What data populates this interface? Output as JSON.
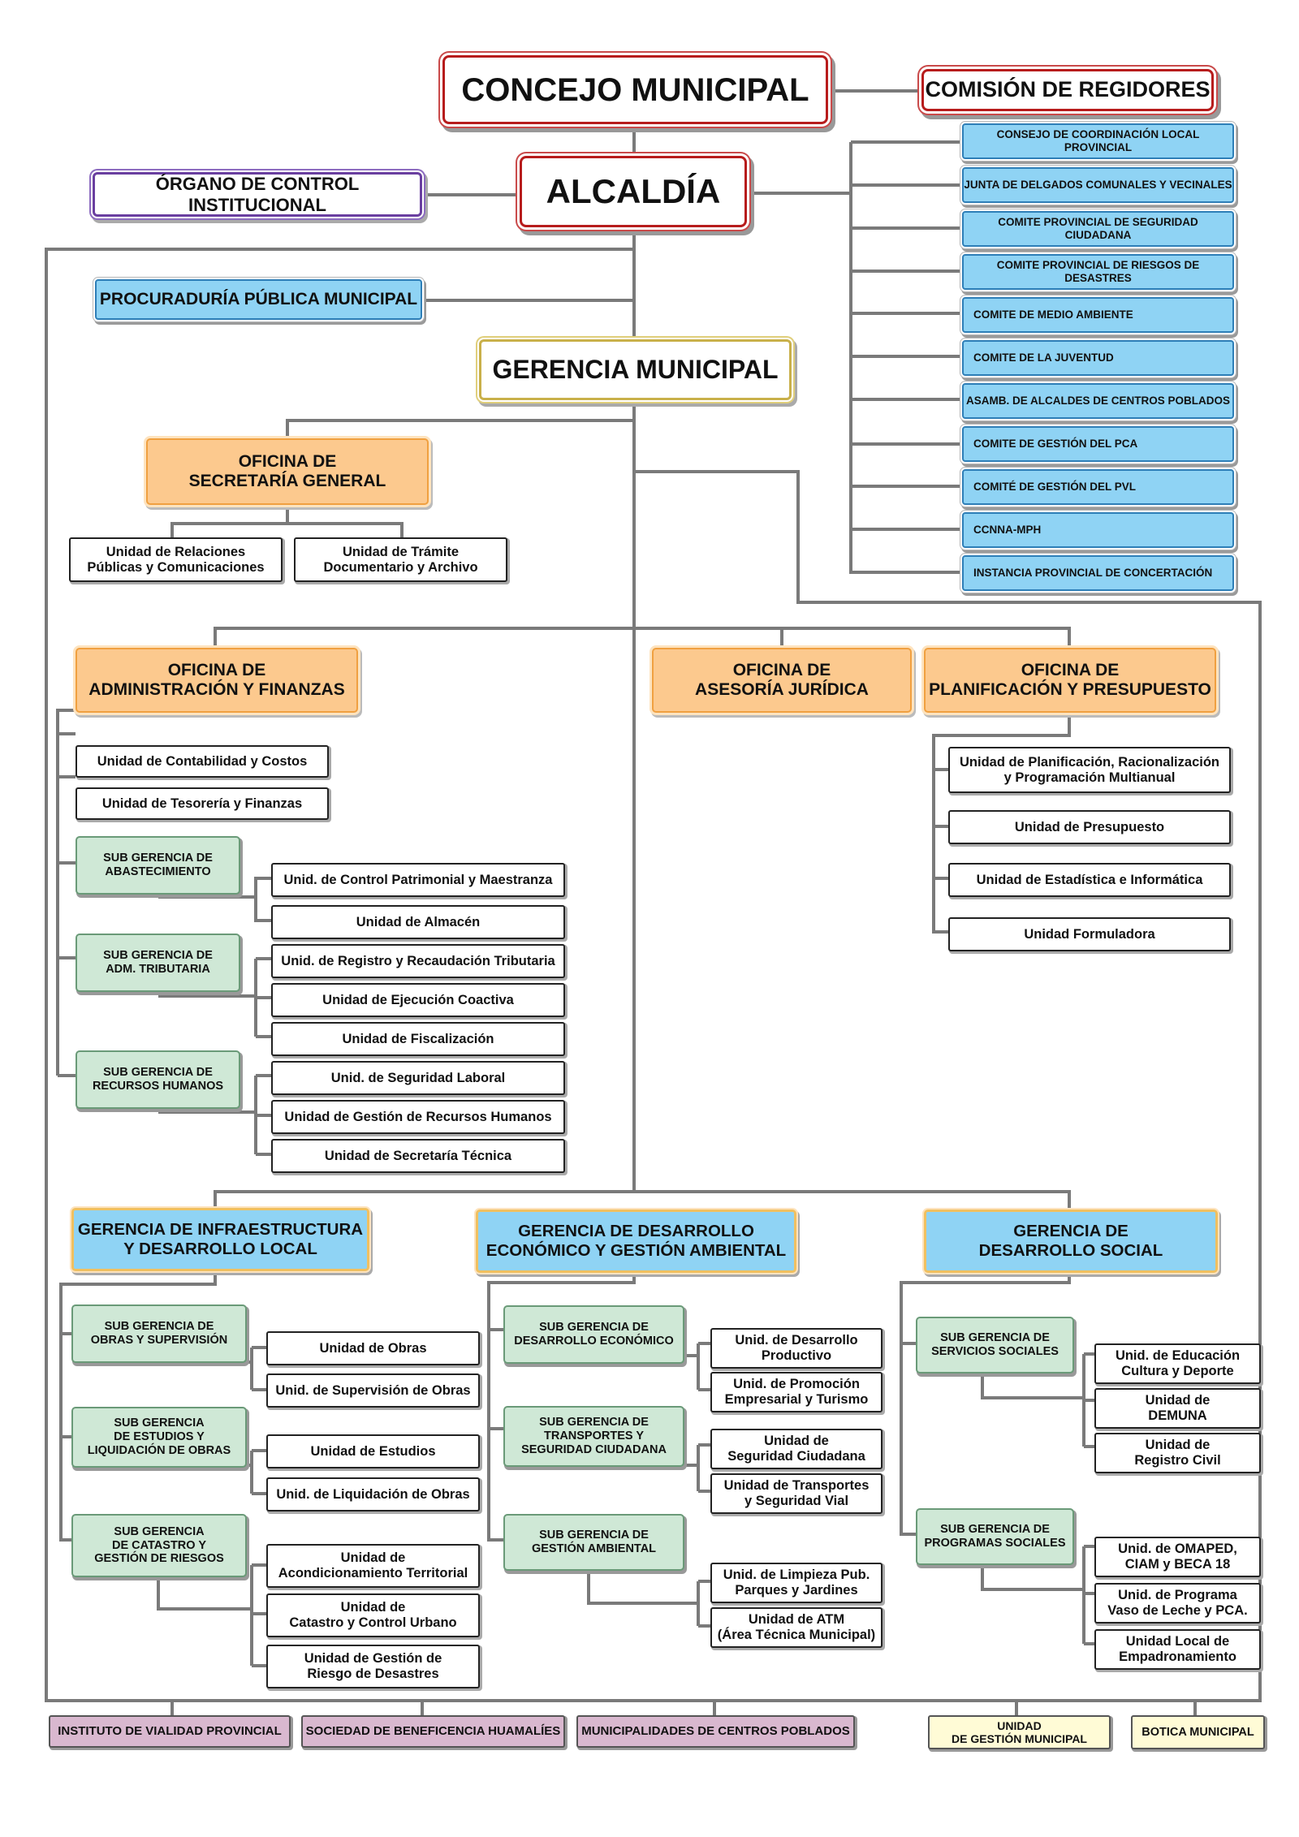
{
  "top": {
    "concejo": "CONCEJO MUNICIPAL",
    "comision": "COMISIÓN DE REGIDORES",
    "alcaldia": "ALCALDÍA",
    "control": "ÓRGANO DE CONTROL INSTITUCIONAL",
    "procuraduria": "PROCURADURÍA PÚBLICA MUNICIPAL",
    "gerencia": "GERENCIA MUNICIPAL"
  },
  "councils": [
    "CONSEJO DE COORDINACIÓN LOCAL PROVINCIAL",
    "JUNTA DE DELGADOS COMUNALES Y VECINALES",
    "COMITE PROVINCIAL DE SEGURIDAD CIUDADANA",
    "COMITE PROVINCIAL DE RIESGOS DE DESASTRES",
    "COMITE DE MEDIO AMBIENTE",
    "COMITE DE LA JUVENTUD",
    "ASAMB. DE ALCALDES DE CENTROS POBLADOS",
    "COMITE DE GESTIÓN DEL PCA",
    "COMITÉ DE GESTIÓN DEL PVL",
    "CCNNA-MPH",
    "INSTANCIA PROVINCIAL DE CONCERTACIÓN"
  ],
  "secretaria": {
    "title": "OFICINA DE\nSECRETARÍA GENERAL",
    "units": [
      "Unidad de Relaciones\nPúblicas y Comunicaciones",
      "Unidad de Trámite\nDocumentario y Archivo"
    ]
  },
  "admin": {
    "title": "OFICINA DE\nADMINISTRACIÓN Y FINANZAS",
    "unit1": "Unidad de Contabilidad y Costos",
    "unit2": "Unidad de Tesorería y Finanzas",
    "subs": [
      {
        "name": "SUB GERENCIA DE\nABASTECIMIENTO",
        "units": [
          "Unid. de Control Patrimonial y Maestranza",
          "Unidad de Almacén"
        ]
      },
      {
        "name": "SUB GERENCIA DE\nADM. TRIBUTARIA",
        "units": [
          "Unid. de Registro y Recaudación Tributaria",
          "Unidad de Ejecución Coactiva",
          "Unidad de Fiscalización"
        ]
      },
      {
        "name": "SUB GERENCIA DE\nRECURSOS HUMANOS",
        "units": [
          "Unid. de Seguridad Laboral",
          "Unidad de Gestión de Recursos Humanos",
          "Unidad de Secretaría Técnica"
        ]
      }
    ]
  },
  "juridica": {
    "title": "OFICINA DE\nASESORÍA JURÍDICA"
  },
  "planificacion": {
    "title": "OFICINA DE\nPLANIFICACIÓN Y PRESUPUESTO",
    "units": [
      "Unidad de Planificación, Racionalización\ny Programación Multianual",
      "Unidad de Presupuesto",
      "Unidad de Estadística e Informática",
      "Unidad Formuladora"
    ]
  },
  "infra": {
    "title": "GERENCIA DE INFRAESTRUCTURA\nY DESARROLLO LOCAL",
    "subs": [
      {
        "name": "SUB GERENCIA DE\nOBRAS Y SUPERVISIÓN",
        "units": [
          "Unidad de Obras",
          "Unid. de Supervisión de Obras"
        ]
      },
      {
        "name": "SUB GERENCIA\nDE  ESTUDIOS  Y\nLIQUIDACIÓN DE OBRAS",
        "units": [
          "Unidad de Estudios",
          "Unid. de Liquidación de Obras"
        ]
      },
      {
        "name": "SUB GERENCIA\nDE CATASTRO Y\nGESTIÓN DE RIESGOS",
        "units": [
          "Unidad de\nAcondicionamiento Territorial",
          "Unidad de\nCatastro y Control Urbano",
          "Unidad de Gestión de\nRiesgo de Desastres"
        ]
      }
    ]
  },
  "economico": {
    "title": "GERENCIA DE DESARROLLO\nECONÓMICO Y GESTIÓN AMBIENTAL",
    "subs": [
      {
        "name": "SUB GERENCIA DE\nDESARROLLO ECONÓMICO",
        "units": [
          "Unid. de Desarrollo\nProductivo",
          "Unid. de Promoción\nEmpresarial y Turismo"
        ]
      },
      {
        "name": "SUB GERENCIA DE\nTRANSPORTES Y\nSEGURIDAD CIUDADANA",
        "units": [
          "Unidad de\nSeguridad  Ciudadana",
          "Unidad de Transportes\ny Seguridad Vial"
        ]
      },
      {
        "name": "SUB GERENCIA DE\nGESTIÓN AMBIENTAL",
        "units": [
          "Unid. de Limpieza Pub.\nParques y Jardines",
          "Unidad de ATM\n(Área Técnica Municipal)"
        ]
      }
    ]
  },
  "social": {
    "title": "GERENCIA DE\nDESARROLLO SOCIAL",
    "subs": [
      {
        "name": "SUB GERENCIA DE\nSERVICIOS SOCIALES",
        "units": [
          "Unid. de Educación\nCultura y Deporte",
          "Unidad de\nDEMUNA",
          "Unidad de\nRegistro Civil"
        ]
      },
      {
        "name": "SUB GERENCIA DE\nPROGRAMAS SOCIALES",
        "units": [
          "Unid. de OMAPED,\nCIAM y BECA 18",
          "Unid. de Programa\nVaso de Leche y PCA.",
          "Unidad Local de\nEmpadronamiento"
        ]
      }
    ]
  },
  "bottom": {
    "mauve": [
      "INSTITUTO DE VIALIDAD PROVINCIAL",
      "SOCIEDAD DE BENEFICENCIA HUAMALÍES",
      "MUNICIPALIDADES DE CENTROS POBLADOS"
    ],
    "yellow": [
      "UNIDAD\nDE GESTIÓN MUNICIPAL",
      "BOTICA MUNICIPAL"
    ]
  }
}
